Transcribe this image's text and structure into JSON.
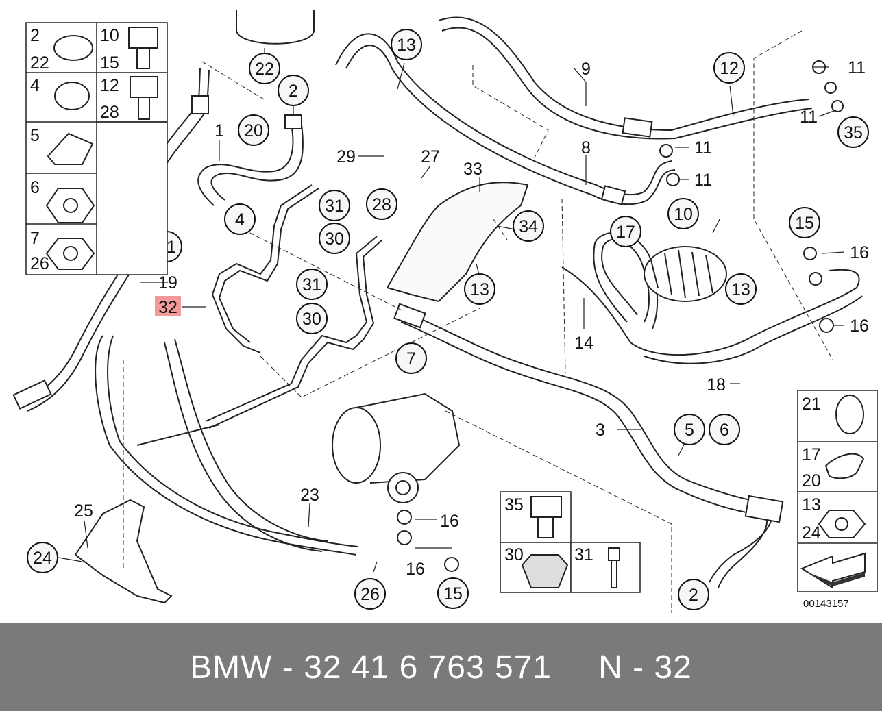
{
  "banner": {
    "main": "BMW - 32 41 6 763 571",
    "ref": "N - 32"
  },
  "diagram_id": "00143157",
  "highlight_color": "#f29a9a",
  "banner_color": "#7a7a7a",
  "callouts": [
    "22",
    "2",
    "20",
    "1",
    "4",
    "31",
    "30",
    "31",
    "30",
    "13",
    "29",
    "27",
    "28",
    "33",
    "34",
    "13",
    "7",
    "9",
    "8",
    "12",
    "11",
    "11",
    "35",
    "11",
    "11",
    "10",
    "17",
    "15",
    "16",
    "13",
    "16",
    "14",
    "18",
    "5",
    "6",
    "3",
    "2",
    "21",
    "19",
    "32",
    "23",
    "16",
    "16",
    "15",
    "26",
    "25",
    "24"
  ],
  "legend_left": [
    {
      "top": "2",
      "bottom": "22",
      "right_top": "10",
      "right_bottom": "15"
    },
    {
      "top": "4",
      "right_top": "12",
      "right_bottom": "28"
    },
    {
      "top": "5"
    },
    {
      "top": "6"
    },
    {
      "top": "7",
      "bottom": "26"
    }
  ],
  "legend_right": [
    {
      "top": "21"
    },
    {
      "top": "17",
      "bottom": "20"
    },
    {
      "top": "13",
      "bottom": "24"
    }
  ],
  "legend_bottom": [
    {
      "label": "35"
    },
    {
      "label": "30"
    },
    {
      "label": "31"
    }
  ]
}
